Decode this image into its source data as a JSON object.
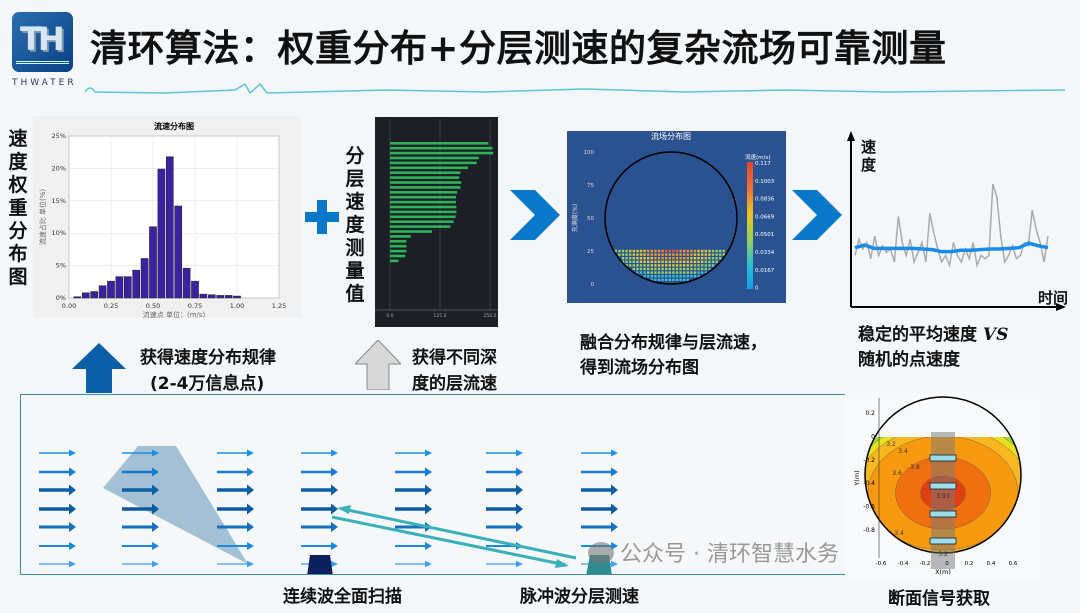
{
  "header": {
    "logo_text": "THWATER",
    "logo_letters": "TH",
    "title": "清环算法：权重分布+分层测速的复杂流场可靠测量"
  },
  "panels": {
    "weight_label": "速度权重分布图",
    "layer_label": "分层速度测量值",
    "fusion_caption_1": "融合分布规律与层流速，",
    "fusion_caption_2": "得到流场分布图",
    "compare_caption_1": "稳定的平均速度",
    "compare_caption_vs": "VS",
    "compare_caption_2": "随机的点速度",
    "dist_caption_1": "获得速度分布规律",
    "dist_caption_2": "(2-4万信息点)",
    "layer_caption_1": "获得不同深",
    "layer_caption_2": "度的层流速",
    "continuous_caption": "连续波全面扫描",
    "pulse_caption": "脉冲波分层测速",
    "section_caption": "断面信号获取",
    "watermark": "公众号 · 清环智慧水务"
  },
  "colors": {
    "accent": "#0a78c8",
    "bar": "#3a22a0",
    "layer_bar": "#2db35a",
    "flow_bg": "#2a5290",
    "teal": "#3aa7b0",
    "navy": "#0a1f5c"
  },
  "chart_data": [
    {
      "type": "bar",
      "title": "流速分布图",
      "xlabel": "流速点      单位：(m/s)",
      "ylabel": "流速占比   单位(%)",
      "x": [
        0.05,
        0.1,
        0.15,
        0.2,
        0.25,
        0.3,
        0.35,
        0.4,
        0.45,
        0.5,
        0.55,
        0.6,
        0.65,
        0.7,
        0.75,
        0.8,
        0.85,
        0.9,
        0.95,
        1.0
      ],
      "values": [
        0.2,
        0.8,
        1.0,
        1.9,
        2.6,
        3.3,
        3.3,
        4.3,
        6.1,
        11.0,
        19.9,
        21.8,
        14.2,
        4.6,
        2.6,
        0.6,
        0.5,
        0.4,
        0.4,
        0.3
      ],
      "xlim": [
        0,
        1.25
      ],
      "ylim": [
        0,
        25
      ],
      "xticks": [
        "0.00",
        "0.25",
        "0.50",
        "0.75",
        "1.00",
        "1.25"
      ],
      "yticks": [
        "0%",
        "5%",
        "10%",
        "15%",
        "20%",
        "25%"
      ],
      "grid": true
    },
    {
      "type": "bar",
      "orientation": "horizontal",
      "xlim": [
        0,
        250
      ],
      "xticks": [
        "0.0",
        "125.0",
        "250.0"
      ],
      "values": [
        246,
        256,
        258,
        222,
        217,
        195,
        176,
        173,
        178,
        176,
        168,
        165,
        165,
        166,
        166,
        164,
        159,
        151,
        105,
        52,
        41,
        41,
        41,
        38,
        21
      ]
    },
    {
      "type": "heatmap",
      "title": "流场分布图",
      "ylabel": "充满度(%)",
      "colorbar_label": "流速(m/s)",
      "yticks": [
        "0",
        "25",
        "50",
        "75",
        "100"
      ],
      "colorbar_ticks": [
        "0.117",
        "0.1003",
        "0.0836",
        "0.0669",
        "0.0501",
        "0.0334",
        "0.0167",
        "0"
      ],
      "fill_level": 25,
      "vmax": 0.117
    },
    {
      "type": "line",
      "ylabel": "速度",
      "xlabel": "时间",
      "series": [
        {
          "values": [
            3,
            5.5,
            4,
            5,
            2.5,
            6,
            3,
            4.5,
            3.5,
            4,
            2,
            9,
            5,
            3,
            5.5,
            2,
            3.5,
            5,
            2,
            9.5,
            6.5,
            4,
            2,
            3,
            1.5,
            5,
            3,
            2,
            4,
            2.5,
            5,
            1.5,
            3,
            2.5,
            3,
            14,
            12,
            6,
            2,
            3,
            4.5,
            2.5,
            3,
            5,
            4.5,
            10,
            7,
            5,
            2,
            6
          ]
        },
        {
          "values": [
            4.2,
            4.6,
            4.1,
            4.1,
            4.1,
            4.1,
            4.1,
            4.0,
            3.9,
            3.6,
            3.6,
            3.8,
            3.8,
            3.9,
            4.0,
            4.0,
            4.1,
            4.2,
            4.9,
            4.5,
            4.2
          ]
        }
      ]
    },
    {
      "type": "contour",
      "xlabel": "X(m)",
      "ylabel": "Y(m)",
      "xticks": [
        "-0.6",
        "-0.4",
        "-0.2",
        "0",
        "0.2",
        "0.4",
        "0.6"
      ],
      "yticks": [
        "0.2",
        "0",
        "-0.2",
        "-0.4",
        "-0.6",
        "-0.8"
      ],
      "levels": [
        "3.2",
        "3.4",
        "3.6",
        "3.8",
        "3.93"
      ]
    }
  ]
}
